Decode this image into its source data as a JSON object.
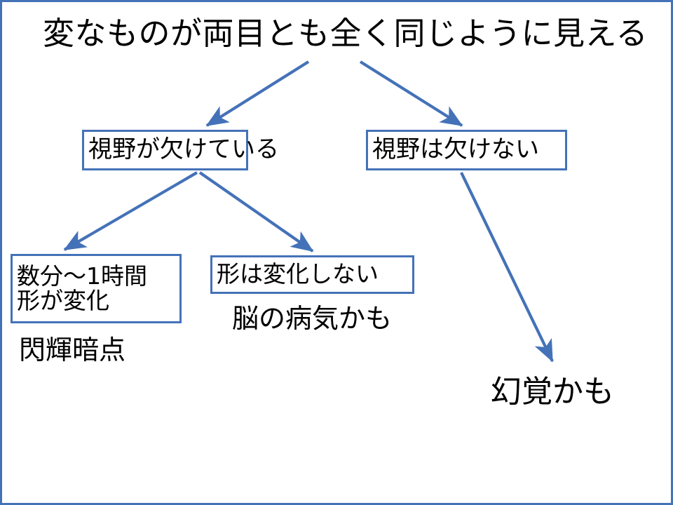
{
  "slide": {
    "title": "変なものが両目とも全く同じように見える",
    "background_color": "#ffffff",
    "frame_color": "#4472b8",
    "accent_color": "#4472b8",
    "text_color": "#000000"
  },
  "nodes": [
    {
      "id": "field-defect",
      "lines": [
        "視野が欠けている"
      ],
      "boxed": true
    },
    {
      "id": "field-intact",
      "lines": [
        "視野は欠けない"
      ],
      "boxed": true
    },
    {
      "id": "duration-shape",
      "lines": [
        "数分〜1時間",
        "形が変化"
      ],
      "boxed": true
    },
    {
      "id": "shape-static",
      "lines": [
        "形は変化しない"
      ],
      "boxed": true
    }
  ],
  "labels": {
    "scintillating_scotoma": "閃輝暗点",
    "brain_disease": "脳の病気かも",
    "hallucination": "幻覚かも"
  },
  "arrows": [
    {
      "id": "title-to-field-defect",
      "from": "title",
      "to": "field-defect",
      "color": "#4472b8"
    },
    {
      "id": "title-to-field-intact",
      "from": "title",
      "to": "field-intact",
      "color": "#4472b8"
    },
    {
      "id": "field-defect-to-duration-shape",
      "from": "field-defect",
      "to": "duration-shape",
      "color": "#4472b8"
    },
    {
      "id": "field-defect-to-shape-static",
      "from": "field-defect",
      "to": "shape-static",
      "color": "#4472b8"
    },
    {
      "id": "field-intact-to-hallucination",
      "from": "field-intact",
      "to": "hallucination",
      "color": "#4472b8"
    }
  ]
}
